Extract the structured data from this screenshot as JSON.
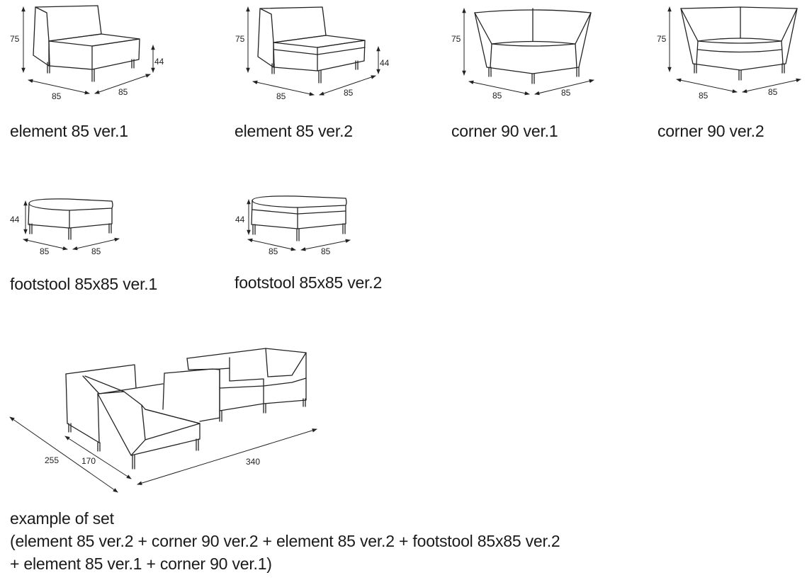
{
  "items": [
    {
      "caption": "element 85 ver.1",
      "height": "75",
      "seat_height": "44",
      "width": "85",
      "depth": "85"
    },
    {
      "caption": "element 85 ver.2",
      "height": "75",
      "seat_height": "44",
      "width": "85",
      "depth": "85"
    },
    {
      "caption": "corner 90 ver.1",
      "height": "75",
      "width": "85",
      "depth": "85"
    },
    {
      "caption": "corner 90 ver.2",
      "height": "75",
      "width": "85",
      "depth": "85"
    },
    {
      "caption": "footstool 85x85 ver.1",
      "height": "44",
      "width": "85",
      "depth": "85"
    },
    {
      "caption": "footstool 85x85 ver.2",
      "height": "44",
      "width": "85",
      "depth": "85"
    }
  ],
  "set": {
    "title": "example of set",
    "line1": "(element 85 ver.2 + corner 90 ver.2 + element 85 ver.2 + footstool 85x85 ver.2",
    "line2": "+ element 85 ver.1 + corner 90 ver.1)",
    "dim_total_depth": "255",
    "dim_inner_depth": "170",
    "dim_length": "340"
  }
}
